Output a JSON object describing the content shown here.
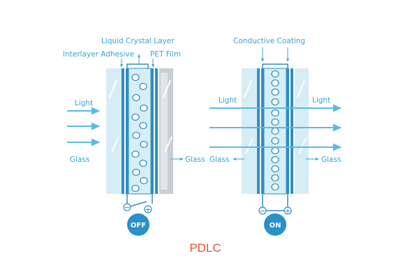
{
  "diagram": {
    "title": "PDLC",
    "colors": {
      "accent": "#3aa3d0",
      "glass": "#cfe9f2",
      "film": "#2f8ec4",
      "badge": "#2a90c8",
      "title": "#e8542a"
    },
    "off_panel": {
      "labels": {
        "liquid_crystal_layer": "Liquid Crystal Layer",
        "interlayer_adhesive": "Interlayer Adhesive",
        "pet_film": "PET Film",
        "light": "Light",
        "glass_left": "Glass",
        "glass_right": "Glass"
      },
      "minus": "−",
      "plus": "+",
      "state_badge": "OFF"
    },
    "on_panel": {
      "labels": {
        "conductive_coating": "Conductive Coating",
        "light_left": "Light",
        "light_right": "Light",
        "glass_left": "Glass",
        "glass_right": "Glass"
      },
      "minus": "−",
      "plus": "+",
      "state_badge": "ON"
    }
  }
}
